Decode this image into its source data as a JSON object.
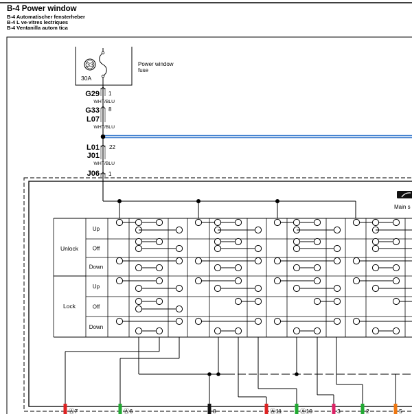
{
  "header": {
    "title": "B-4 Power window",
    "subtitles": [
      "B-4 Automatischer fensterheber",
      "B-4 L  ve-vitres  lectriques",
      "B-4 Ventanilla autom  tica"
    ]
  },
  "fuse": {
    "number": "33",
    "rating": "30A",
    "label_line1": "Power window",
    "label_line2": "fuse"
  },
  "connectors": [
    {
      "name": "G29",
      "pin": "1"
    },
    {
      "name": "G33",
      "pin": "8"
    },
    {
      "name": "L07",
      "pin": ""
    },
    {
      "name": "L01",
      "pin": "22"
    },
    {
      "name": "J01",
      "pin": ""
    },
    {
      "name": "J06",
      "pin": "1"
    }
  ],
  "wire_color": "WHT/BLU",
  "main_switch_label": "Main s",
  "rows": {
    "groups": [
      "Unlock",
      "Lock"
    ],
    "positions": [
      "Up",
      "Off",
      "Down"
    ]
  },
  "bottom_pins": [
    {
      "label": "Ⓐ7",
      "color": "#dd2222"
    },
    {
      "label": "Ⓐ6",
      "color": "#22aa33"
    },
    {
      "label": "8",
      "color": "#111111"
    },
    {
      "label": "Ⓐ11",
      "color": "#dd2222"
    },
    {
      "label": "Ⓐ10",
      "color": "#22aa33"
    },
    {
      "label": "3",
      "color": "#dd2266"
    },
    {
      "label": "2",
      "color": "#22aa33"
    },
    {
      "label": "5",
      "color": "#ee7711"
    }
  ],
  "colors": {
    "line": "#000000",
    "wire_blue": "#3377cc",
    "wire_white": "#ffffff"
  }
}
